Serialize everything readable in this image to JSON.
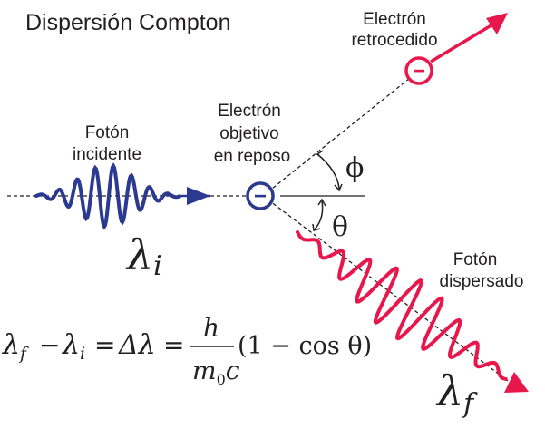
{
  "title": "Dispersión Compton",
  "labels": {
    "recoil_electron": [
      "Electrón",
      "retrocedido"
    ],
    "target_electron": [
      "Electrón",
      "objetivo",
      "en reposo"
    ],
    "incident_photon": [
      "Fotón",
      "incidente"
    ],
    "scattered_photon": [
      "Fotón",
      "dispersado"
    ]
  },
  "symbols": {
    "electron": "−",
    "phi": "ϕ",
    "theta": "θ",
    "lambda": "λ",
    "sub_i": "i",
    "sub_f": "f"
  },
  "equation": {
    "lhs_lambda_f": "λ",
    "sub_f": "f",
    "minus": "−",
    "lhs_lambda_i": "λ",
    "sub_i": "i",
    "eq1": "=",
    "delta_lambda": "Δλ",
    "eq2": "=",
    "numerator": "h",
    "denominator_m": "m",
    "denominator_sub": "0",
    "denominator_c": "c",
    "tail": "(1 − cos θ)"
  },
  "colors": {
    "incident": "#2b3990",
    "scattered": "#e8174b",
    "text": "#231f20"
  }
}
